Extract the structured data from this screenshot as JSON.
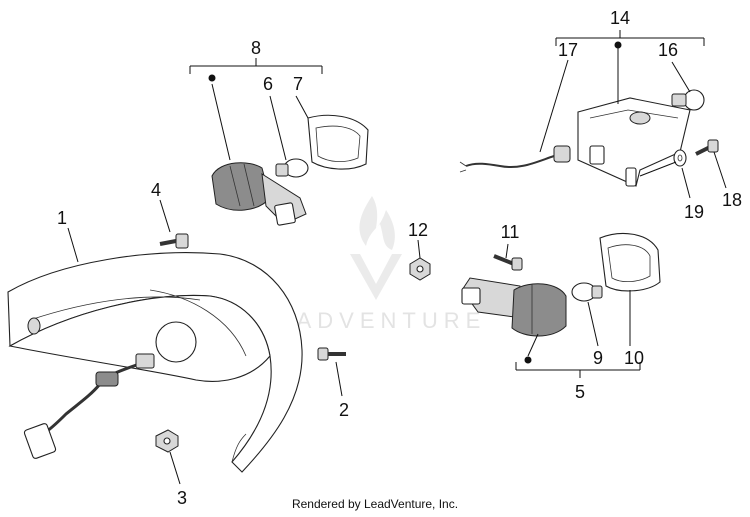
{
  "diagram": {
    "callouts": [
      {
        "id": "c1",
        "label": "1"
      },
      {
        "id": "c2",
        "label": "2"
      },
      {
        "id": "c3",
        "label": "3"
      },
      {
        "id": "c4",
        "label": "4"
      },
      {
        "id": "c5",
        "label": "5"
      },
      {
        "id": "c6",
        "label": "6"
      },
      {
        "id": "c7",
        "label": "7"
      },
      {
        "id": "c8",
        "label": "8"
      },
      {
        "id": "c9",
        "label": "9"
      },
      {
        "id": "c10",
        "label": "10"
      },
      {
        "id": "c11",
        "label": "11"
      },
      {
        "id": "c12",
        "label": "12"
      },
      {
        "id": "c14",
        "label": "14"
      },
      {
        "id": "c16",
        "label": "16"
      },
      {
        "id": "c17",
        "label": "17"
      },
      {
        "id": "c18",
        "label": "18"
      },
      {
        "id": "c19",
        "label": "19"
      }
    ]
  },
  "watermark": {
    "text": "LEADVENTURE",
    "color": "#e3e3e3"
  },
  "footer": {
    "credit": "Rendered by LeadVenture, Inc."
  }
}
